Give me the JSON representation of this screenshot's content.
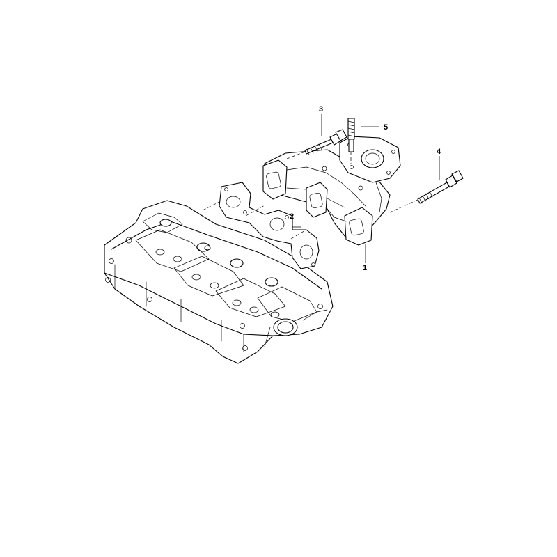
{
  "callouts": [
    {
      "id": "1",
      "text": "1"
    },
    {
      "id": "2",
      "text": "2"
    },
    {
      "id": "3",
      "text": "3"
    },
    {
      "id": "4",
      "text": "4"
    },
    {
      "id": "5",
      "text": "5"
    }
  ],
  "parts": [
    {
      "callout": "1",
      "icon": "exhaust-manifold-icon"
    },
    {
      "callout": "2",
      "icon": "manifold-gasket-icon"
    },
    {
      "callout": "3",
      "icon": "flange-bolt-icon"
    },
    {
      "callout": "4",
      "icon": "long-flange-bolt-icon"
    },
    {
      "callout": "5",
      "icon": "stud-icon"
    }
  ],
  "colors": {
    "line": "#000000",
    "background": "#ffffff"
  }
}
